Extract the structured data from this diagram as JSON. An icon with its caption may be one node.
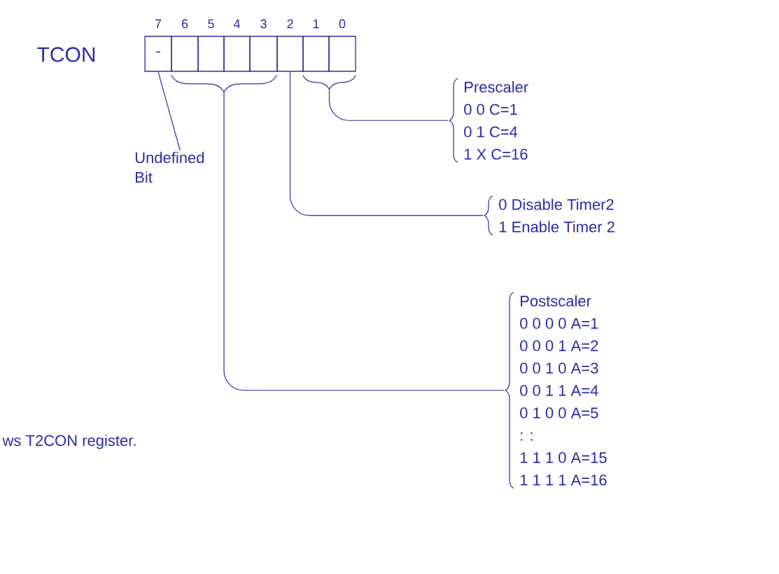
{
  "diagram": {
    "nodes": [
      {
        "text": [
          "Undefined Bit"
        ]
      },
      {
        "text": [
          "Prescaler",
          "0 0 C=1",
          "0 1 C=4",
          "1 X C=16"
        ]
      },
      {
        "text": [
          "0 Disable Timer2",
          "1 Enable Timer 2"
        ]
      },
      {
        "text": [
          "Postscaler",
          "0 0 0 0 A=1",
          "0 0 0 1 A=2",
          "0 0 1 0 A=3",
          "0 0 1 1 A=4",
          "0 1 0 0 A=5",
          ": :",
          "1 1 1 0 A=15",
          "1 1 1 1 A=16"
        ]
      },
      {
        "text": [
          "-"
        ]
      },
      {
        "text": [],
        "shape": "box"
      },
      {
        "text": [],
        "shape": "box"
      },
      {
        "text": [],
        "shape": "box"
      },
      {
        "text": [],
        "shape": "box"
      },
      {
        "text": [],
        "shape": "box"
      },
      {
        "text": [],
        "shape": "box"
      },
      {
        "text": [],
        "shape": "box"
      },
      {
        "text": [],
        "shape": "brace"
      },
      {
        "text": [],
        "shape": "brace"
      }
    ],
    "edges": [
      {
        "from": 4,
        "to": 0,
        "arrow": "none"
      },
      {
        "from": 13,
        "to": 1,
        "arrow": "none"
      },
      {
        "from": 9,
        "to": 2,
        "arrow": "none"
      },
      {
        "from": 12,
        "to": 3,
        "arrow": "none"
      }
    ],
    "labels": [
      "TCON",
      "7",
      "6",
      "5",
      "4",
      "3",
      "2",
      "1",
      "0",
      "ws T2CON register."
    ]
  }
}
